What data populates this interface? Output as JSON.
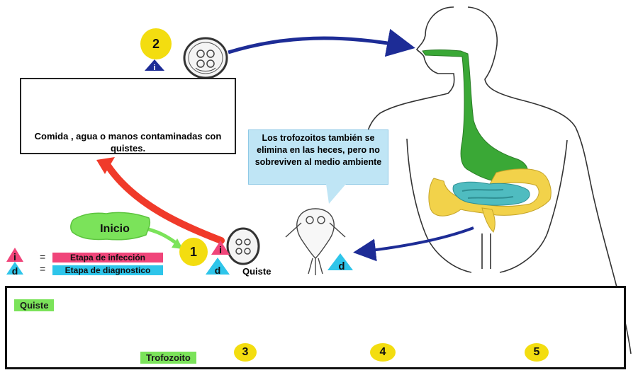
{
  "step_numbers": [
    "1",
    "2",
    "3",
    "4",
    "5"
  ],
  "food_box": {
    "caption": "Comida , agua o manos contaminadas con quistes."
  },
  "speech_bubble": {
    "text": "Los trofozoitos también se elimina en las heces, pero no sobreviven al medio ambiente"
  },
  "start_label": "Inicio",
  "cyst_label": "Quiste",
  "legend": {
    "infection_symbol": "i",
    "infection_text": "Etapa de infección",
    "diagnostic_symbol": "d",
    "diagnostic_text": "Etapa de diagnostico",
    "equals": "="
  },
  "bottom_panel": {
    "cyst_label": "Quiste",
    "trophozoite_label": "Trofozoito"
  },
  "colors": {
    "number_circle": "#f3dd10",
    "infection_pink": "#f0457a",
    "diagnostic_cyan": "#2ec5ea",
    "blue_arrow": "#1d2c96",
    "red_arrow": "#f03a2a",
    "green_badge": "#7be35a",
    "gut_green": "#3aa836",
    "gut_yellow": "#f2d24a",
    "gut_teal": "#4fbcc0"
  }
}
